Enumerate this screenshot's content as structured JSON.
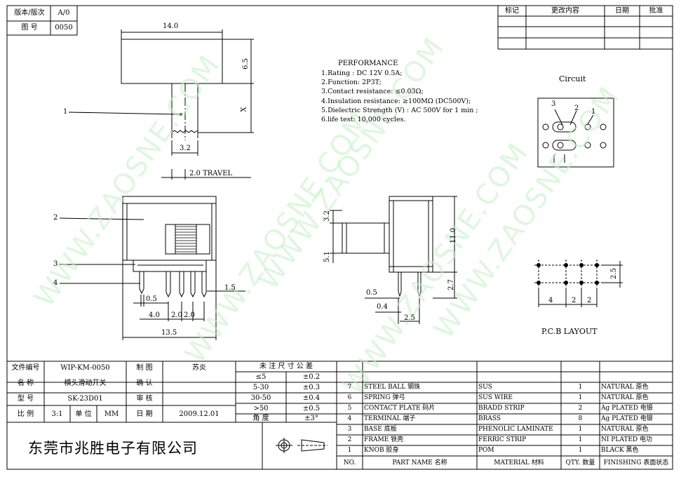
{
  "header": {
    "version_label": "版本/版次",
    "version_value": "A/0",
    "drawing_label": "图 号",
    "drawing_value": "0050"
  },
  "revision": {
    "headers": [
      "标记",
      "更改内容",
      "日期",
      "批准"
    ]
  },
  "dims": {
    "w14": "14.0",
    "h65": "6.5",
    "x": "X",
    "w32": "3.2",
    "travel": "2.0 TRAVEL",
    "d32": "3.2",
    "d51": "5.1",
    "d110": "11.0",
    "d27": "2.7",
    "d05a": "0.5",
    "d04": "0.4",
    "d25": "2.5",
    "d05b": "0.5",
    "d40": "4.0",
    "d20a": "2.0",
    "d20b": "2.0",
    "d135": "13.5",
    "d15": "1.5",
    "p4": "4",
    "p2a": "2",
    "p2b": "2",
    "p25": "2.5"
  },
  "callouts": {
    "c1": "1",
    "c2": "2",
    "c3": "3",
    "c4": "4"
  },
  "performance": {
    "title": "PERFORMANCE",
    "lines": [
      "1.Rating : DC 12V 0.5A;",
      "2.Function: 2P3T;",
      "3.Contact resistance: ≤0.03Ω;",
      "4.Insulation resistance: ≥100MΩ  (DC500V);",
      "5.Dielectric Strength (V) : AC 500V for 1 min ;",
      "6.life test: 10,000 cycles."
    ]
  },
  "circuit": {
    "title": "Circuit",
    "n3": "3",
    "n2": "2",
    "n1": "1"
  },
  "pcb_label": "P.C.B LAYOUT",
  "watermark": "WWW.ZAOSNE.COM",
  "title_block": {
    "rows": [
      [
        "文件编号",
        "WIP-KM-0050",
        "制  图",
        "苏炎"
      ],
      [
        "名  称",
        "横头滑动开关",
        "确  认",
        ""
      ],
      [
        "型  号",
        "SK-23D01",
        "审  核",
        ""
      ],
      [
        "比  例",
        "3:1",
        "单  位",
        "MM",
        "日  期",
        "2009.12.01"
      ]
    ],
    "company": "东莞市兆胜电子有限公司"
  },
  "tolerance": {
    "title": "未 注 尺 寸 公 差",
    "rows": [
      [
        "≤5",
        "±0.2"
      ],
      [
        "5-30",
        "±0.3"
      ],
      [
        "30-50",
        "±0.4"
      ],
      [
        ">50",
        "±0.5"
      ],
      [
        "角  度",
        "±3°"
      ]
    ]
  },
  "bom": {
    "headers": [
      "NO.",
      "PART  NAME 名称",
      "MATERIAL 材料",
      "QTY. 数量",
      "FINISHING 表面状态"
    ],
    "rows": [
      [
        "7",
        "STEEL BALL 钢珠",
        "SUS",
        "1",
        "NATURAL 原色"
      ],
      [
        "6",
        "SPRING  弹弓",
        "SUS WIRE",
        "1",
        "NATURAL 原色"
      ],
      [
        "5",
        "CONTACT PLATE  码片",
        "BRADD STRIP",
        "2",
        "Ag PLATED  电银"
      ],
      [
        "4",
        "TERMINAL  端子",
        "BRASS",
        "8",
        "Ag PLATED  电银"
      ],
      [
        "3",
        "BASE  底板",
        "PHENOLIC LAMINATE",
        "1",
        "NATURAL 原色"
      ],
      [
        "2",
        "FRAME  铁壳",
        "FERRIC STRIP",
        "1",
        "NI PLATED  电功"
      ],
      [
        "1",
        "KNOB  胶身",
        "POM",
        "1",
        "BLACK 黑色"
      ]
    ]
  }
}
